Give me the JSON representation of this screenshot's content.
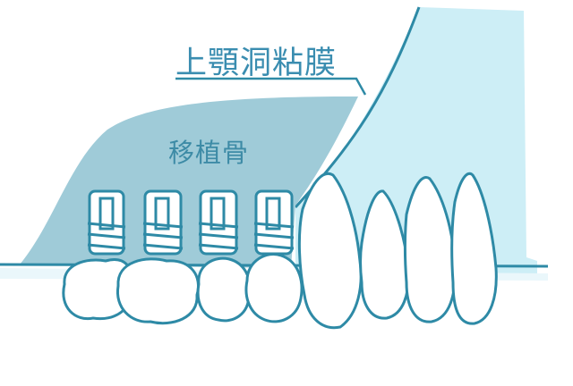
{
  "labels": {
    "sinus_membrane": "上顎洞粘膜",
    "bone_graft": "移植骨"
  },
  "colors": {
    "outline": "#2e8aa6",
    "membrane_fill": "#cdeef6",
    "graft_fill": "#9fcbd8",
    "tooth_fill": "#ffffff",
    "label_text": "#3a8db0"
  },
  "implants": 4,
  "natural_teeth": 4
}
